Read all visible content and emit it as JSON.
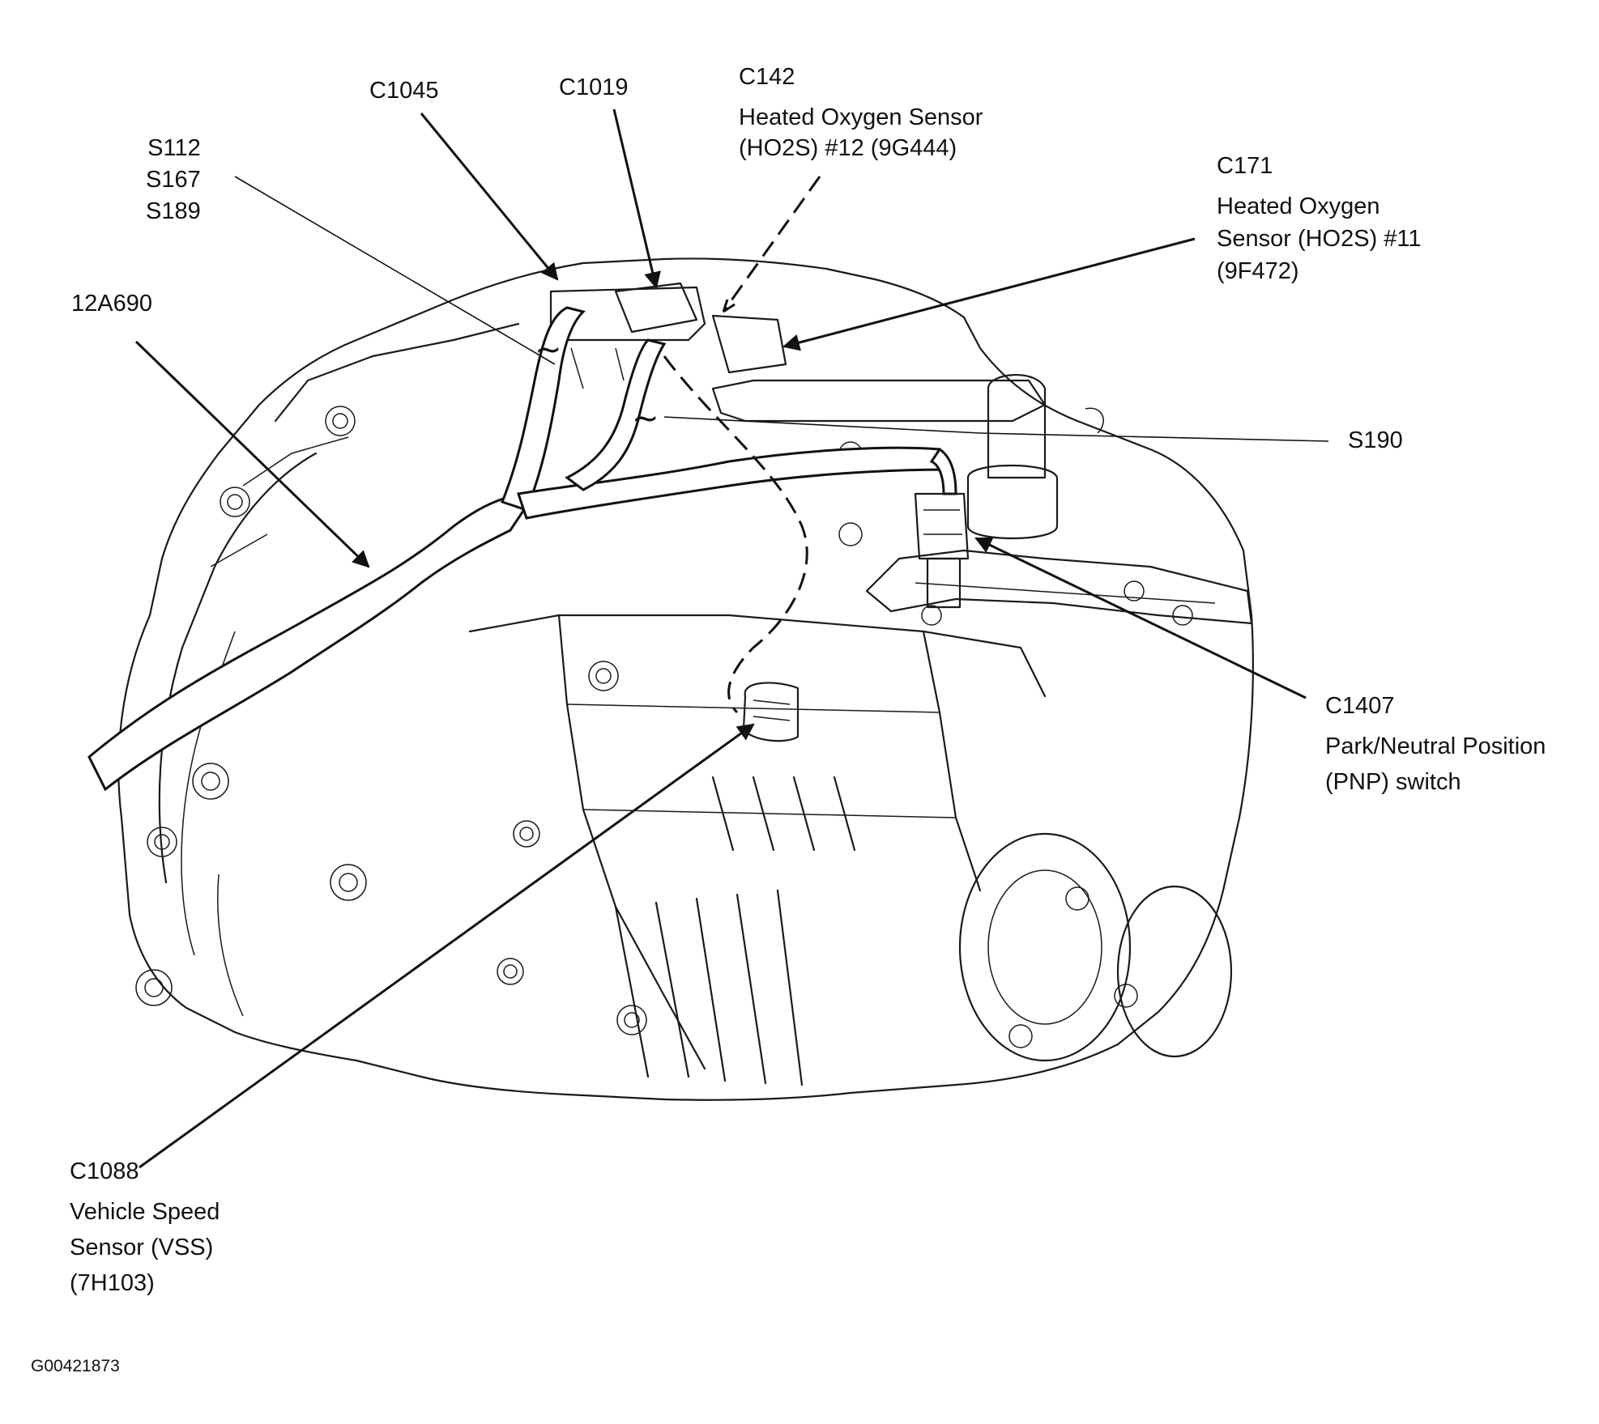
{
  "labels": {
    "c1045": "C1045",
    "c1019": "C1019",
    "c142": {
      "code": "C142",
      "desc1": "Heated Oxygen Sensor",
      "desc2": "(HO2S) #12 (9G444)"
    },
    "splices_a": [
      "S112",
      "S167",
      "S189"
    ],
    "c171": {
      "code": "C171",
      "desc1": "Heated Oxygen",
      "desc2": "Sensor (HO2S) #11",
      "desc3": "(9F472)"
    },
    "harness": "12A690",
    "s190": "S190",
    "c1407": {
      "code": "C1407",
      "desc1": "Park/Neutral Position",
      "desc2": "(PNP) switch"
    },
    "c1088": {
      "code": "C1088",
      "desc1": "Vehicle Speed",
      "desc2": "Sensor (VSS)",
      "desc3": "(7H103)"
    }
  },
  "figure_id": "G00421873",
  "colors": {
    "line": "#111111",
    "background": "#ffffff"
  }
}
